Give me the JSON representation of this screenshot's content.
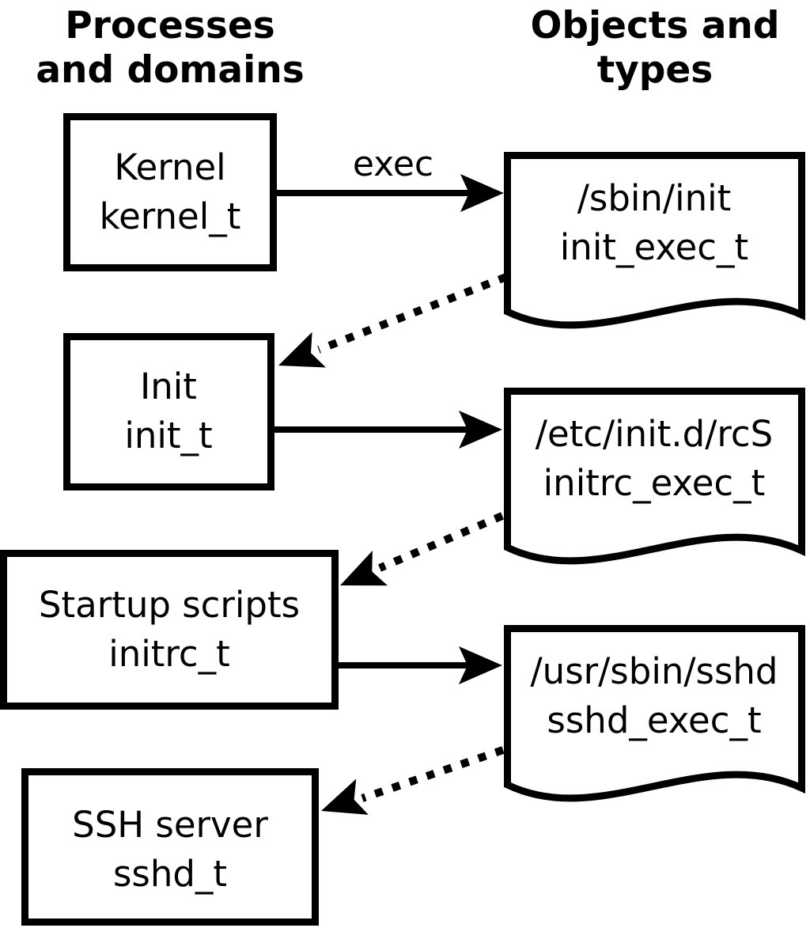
{
  "diagram": {
    "description": "SELinux domain transition flow diagram",
    "colors": {
      "ink": "#000000",
      "background": "#ffffff"
    },
    "title_left": {
      "line1": "Processes",
      "line2": "and domains"
    },
    "title_right": {
      "line1": "Objects and",
      "line2": "types"
    },
    "edge_label": "exec",
    "process_boxes": [
      {
        "name": "Kernel",
        "domain": "kernel_t"
      },
      {
        "name": "Init",
        "domain": "init_t"
      },
      {
        "name": "Startup scripts",
        "domain": "initrc_t"
      },
      {
        "name": "SSH server",
        "domain": "sshd_t"
      }
    ],
    "object_docs": [
      {
        "path": "/sbin/init",
        "type": "init_exec_t"
      },
      {
        "path": "/etc/init.d/rcS",
        "type": "initrc_exec_t"
      },
      {
        "path": "/usr/sbin/sshd",
        "type": "sshd_exec_t"
      }
    ]
  }
}
